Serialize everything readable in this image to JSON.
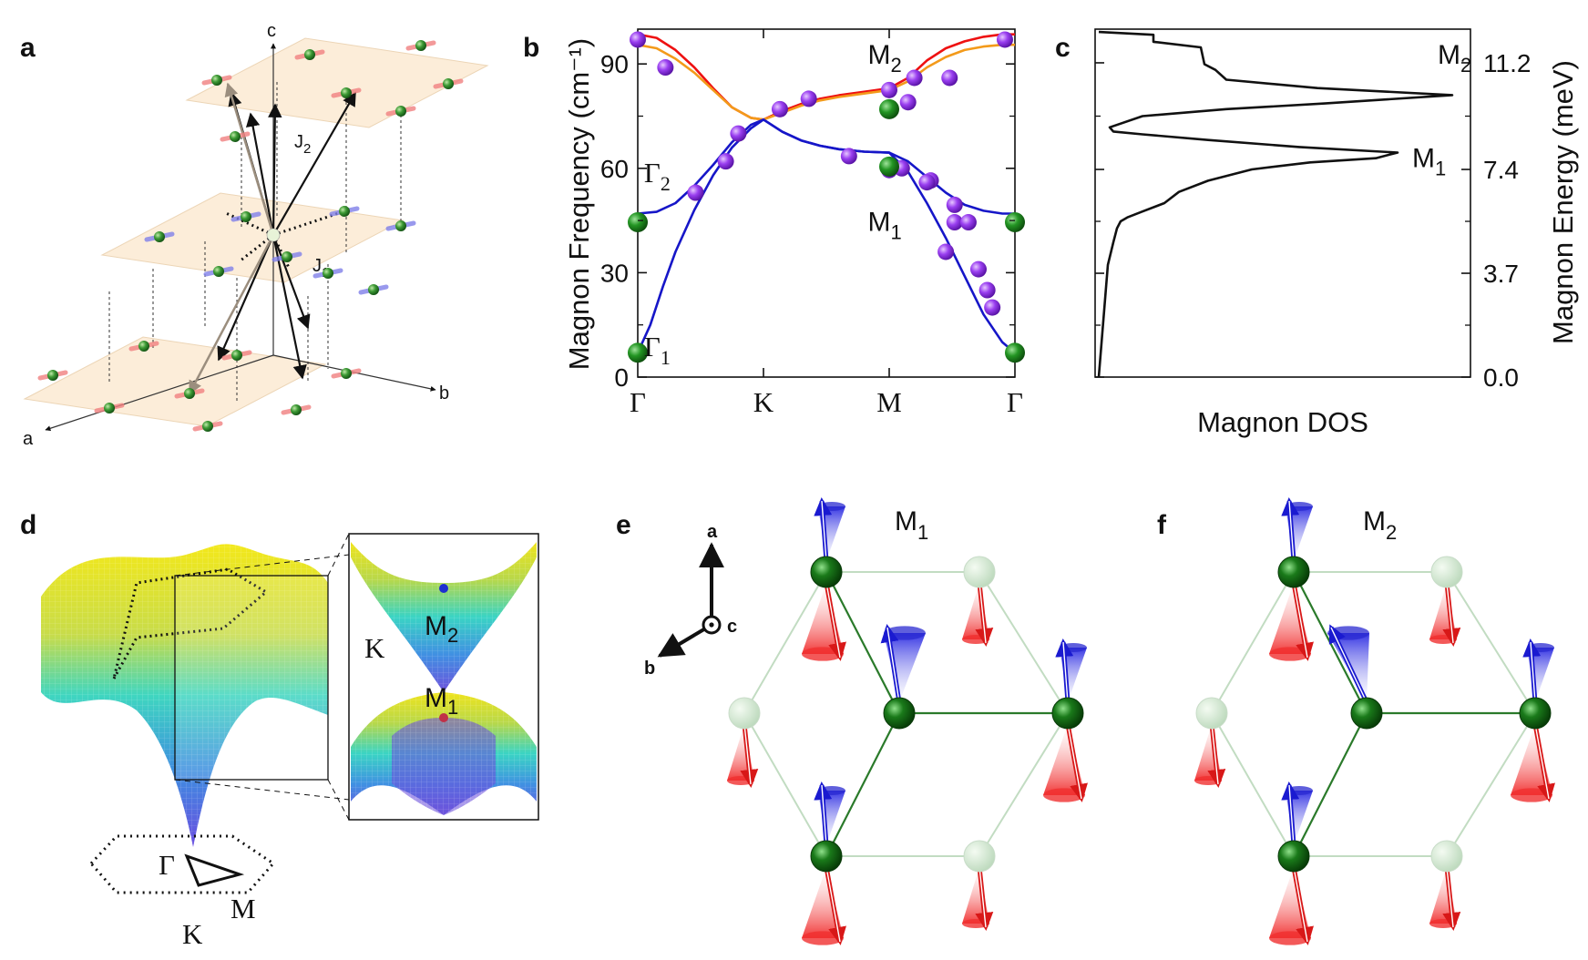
{
  "panels": {
    "a": "a",
    "b": "b",
    "c": "c",
    "d": "d",
    "e": "e",
    "f": "f"
  },
  "panel_a": {
    "axes": {
      "a": "a",
      "b": "b",
      "c": "c"
    },
    "couplings": [
      {
        "base": "J",
        "sub": "2"
      },
      {
        "base": "J",
        "sub": "1"
      }
    ]
  },
  "panel_d": {
    "labels": {
      "gamma": "Γ",
      "k": "K",
      "m": "M",
      "k_inset": "K"
    },
    "modes": [
      {
        "base": "M",
        "sub": "2"
      },
      {
        "base": "M",
        "sub": "1"
      }
    ]
  },
  "panel_e": {
    "title": {
      "base": "M",
      "sub": "1"
    },
    "axes": {
      "a": "a",
      "b": "b",
      "c": "c"
    }
  },
  "panel_f": {
    "title": {
      "base": "M",
      "sub": "2"
    }
  },
  "colors": {
    "red_band": "#ee1111",
    "orange_band": "#f39a1a",
    "blue_band": "#1616c8",
    "purple_points": "#8a2be2",
    "green_points": "#1e7d1e",
    "spin_up": "#2a2ad0",
    "spin_down": "#e03030"
  },
  "chart_data": [
    {
      "type": "line",
      "panel": "b",
      "xlabel": "",
      "ylabel": "Magnon Frequency (cm⁻¹)",
      "ylim": [
        0,
        100
      ],
      "yticks": [
        "0",
        "30",
        "60",
        "90"
      ],
      "x_high_symmetry": [
        "Γ",
        "K",
        "M",
        "Γ"
      ],
      "x_positions": [
        0,
        1,
        2,
        3
      ],
      "xlim": [
        0,
        3
      ],
      "point_labels": [
        {
          "base": "M",
          "sub": "2",
          "x": 1.83,
          "y": 90
        },
        {
          "base": "M",
          "sub": "1",
          "x": 1.83,
          "y": 42
        },
        {
          "base": "Γ",
          "sub": "2",
          "x": 0.05,
          "y": 56
        },
        {
          "base": "Γ",
          "sub": "1",
          "x": 0.05,
          "y": 6
        }
      ],
      "series": [
        {
          "color": "#ee1111",
          "x": [
            0,
            0.15,
            0.3,
            0.45,
            0.6,
            0.75,
            0.9,
            1.0,
            1.15,
            1.3,
            1.45,
            1.6,
            1.8,
            2.0,
            2.15,
            2.3,
            2.45,
            2.6,
            2.75,
            2.9,
            3.0
          ],
          "y": [
            98.5,
            97.5,
            94,
            89,
            83,
            77.5,
            74.5,
            74,
            76.5,
            78.5,
            80,
            81,
            82,
            83,
            86,
            91,
            94.5,
            96.5,
            97.8,
            98.5,
            98.5
          ]
        },
        {
          "color": "#f39a1a",
          "x": [
            0,
            0.15,
            0.3,
            0.45,
            0.6,
            0.75,
            0.9,
            1.0,
            1.15,
            1.3,
            1.45,
            1.6,
            1.8,
            2.0,
            2.15,
            2.3,
            2.45,
            2.6,
            2.75,
            2.9,
            3.0
          ],
          "y": [
            95.5,
            94.5,
            91.5,
            87.5,
            82.5,
            77.5,
            74.5,
            74,
            76,
            78,
            79.5,
            80.5,
            81.5,
            82.5,
            85,
            89,
            92,
            94,
            95,
            95.5,
            95.5
          ]
        },
        {
          "color": "#1616c8",
          "x": [
            0,
            0.15,
            0.3,
            0.45,
            0.6,
            0.75,
            0.9,
            1.0,
            1.15,
            1.3,
            1.45,
            1.6,
            1.8,
            2.0,
            2.15,
            2.3,
            2.45,
            2.6,
            2.75,
            2.9,
            3.0
          ],
          "y": [
            47,
            47.5,
            50,
            55,
            61,
            67.5,
            72.5,
            74,
            70.5,
            68,
            66.5,
            65.5,
            64.8,
            64.5,
            62,
            57.5,
            53,
            49.5,
            47.8,
            47,
            47
          ]
        },
        {
          "color": "#1616c8",
          "x": [
            0,
            0.1,
            0.2,
            0.3,
            0.45,
            0.6,
            0.75,
            0.9,
            1.0,
            1.15,
            1.3,
            1.45,
            1.6,
            1.8,
            2.0,
            2.15,
            2.3,
            2.45,
            2.6,
            2.75,
            2.9,
            3.0
          ],
          "y": [
            7,
            15,
            26,
            36,
            48,
            58,
            66,
            71.5,
            74,
            70.5,
            68,
            66.5,
            65.5,
            64.8,
            64.5,
            59,
            50,
            40,
            29,
            18,
            10,
            7
          ]
        }
      ],
      "scatter": [
        {
          "color": "#8a2be2",
          "x": [
            0,
            0.22,
            0.46,
            0.7,
            0.8,
            1.13,
            1.36,
            1.68,
            2.0,
            2.1,
            2.33,
            2.52,
            2.52,
            2.48,
            2.63,
            2.71,
            2.78,
            2.82,
            2.92,
            2.0,
            2.15,
            2.45,
            2.2,
            2.3
          ],
          "y": [
            97,
            89,
            53,
            62,
            70,
            77,
            80,
            63.5,
            82.5,
            60,
            56.5,
            49.5,
            44.5,
            86,
            44.5,
            31,
            25,
            20,
            97,
            59.5,
            79,
            36,
            86,
            56
          ]
        },
        {
          "color": "#1e7d1e",
          "x": [
            0,
            0,
            2.0,
            2.0,
            3.0,
            3.0
          ],
          "y": [
            44.5,
            7,
            77,
            60.5,
            44.5,
            7
          ]
        }
      ]
    },
    {
      "type": "line",
      "panel": "c",
      "xlabel": "Magnon DOS",
      "ylabel": "Magnon Energy (meV)",
      "ylim": [
        0.0,
        12.4
      ],
      "yticks": [
        "0.0",
        "3.7",
        "7.4",
        "11.2"
      ],
      "ytick_values": [
        0.0,
        3.7,
        7.4,
        11.2
      ],
      "point_labels": [
        {
          "base": "M",
          "sub": "2",
          "x": 0.93,
          "y": 10.9
        },
        {
          "base": "M",
          "sub": "1",
          "x": 0.84,
          "y": 7.8
        }
      ],
      "series": [
        {
          "color": "#111111",
          "dos": [
            0.0,
            0.005,
            0.01,
            0.015,
            0.02,
            0.025,
            0.04,
            0.05,
            0.06,
            0.08,
            0.12,
            0.18,
            0.22,
            0.3,
            0.42,
            0.58,
            0.76,
            0.82,
            0.55,
            0.3,
            0.12,
            0.04,
            0.03,
            0.12,
            0.35,
            0.62,
            0.97,
            0.6,
            0.35,
            0.32,
            0.29,
            0.28,
            0.15,
            0.15,
            0.0
          ],
          "energy": [
            0.0,
            0.8,
            1.6,
            2.4,
            3.2,
            4.0,
            4.8,
            5.3,
            5.55,
            5.7,
            5.9,
            6.2,
            6.6,
            7.0,
            7.4,
            7.65,
            7.8,
            8.0,
            8.2,
            8.45,
            8.65,
            8.75,
            8.9,
            9.3,
            9.55,
            9.75,
            10.05,
            10.3,
            10.6,
            10.95,
            11.15,
            11.75,
            11.95,
            12.2,
            12.3
          ]
        }
      ]
    }
  ]
}
